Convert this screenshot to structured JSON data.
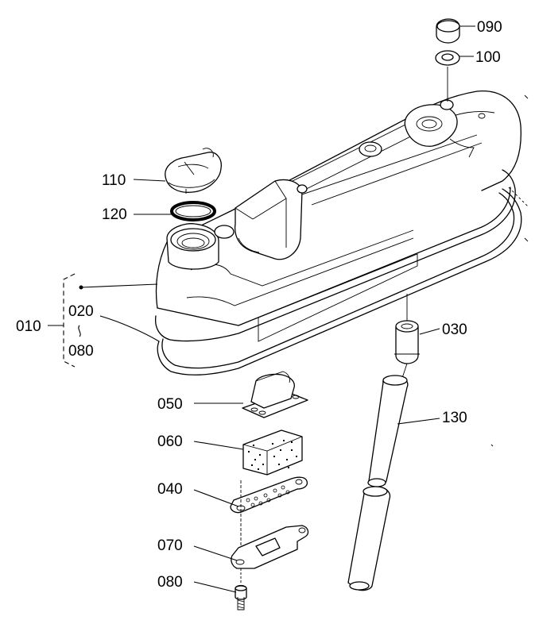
{
  "labels": {
    "p090": "090",
    "p100": "100",
    "p110": "110",
    "p120": "120",
    "p010": "010",
    "p020": "020",
    "p080a": "080",
    "p030": "030",
    "p050": "050",
    "p060": "060",
    "p040": "040",
    "p070": "070",
    "p080b": "080",
    "p130": "130"
  }
}
